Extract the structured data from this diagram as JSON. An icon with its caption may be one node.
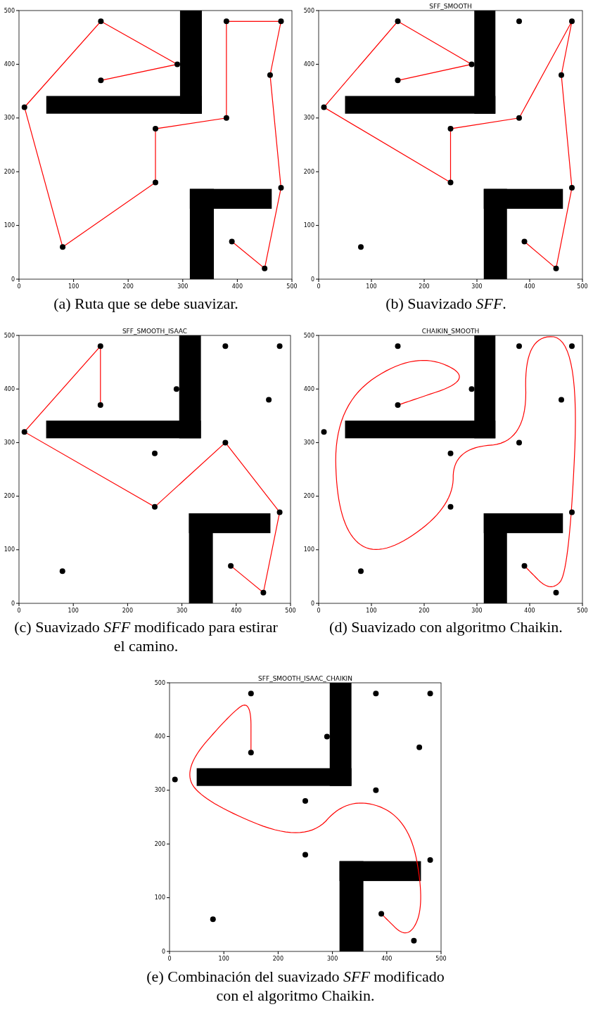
{
  "diagram": {
    "labels": [
      "500",
      "400",
      "300",
      "200",
      "100",
      "0",
      "0",
      "100",
      "200",
      "300",
      "400",
      "500",
      "SFF_SMOOTH",
      "500",
      "400",
      "300",
      "200",
      "100",
      "0",
      "0",
      "100",
      "200",
      "300",
      "400",
      "500",
      "(a) Ruta que se debe suavizar.",
      "(b) Suavizado *SFF*.",
      "SFF_SMOOTH_ISAAC",
      "500",
      "400",
      "300",
      "200",
      "100",
      "0",
      "0",
      "100",
      "200",
      "300",
      "400",
      "500",
      "CHAIKIN_SMOOTH",
      "500",
      "400",
      "300",
      "200",
      "100",
      "0",
      "0",
      "100",
      "200",
      "300",
      "400",
      "500",
      "(c) Suavizado *SFF* modificado para estirar el camino.",
      "(d) Suavizado con algoritmo Chaikin.",
      "SFF_SMOOTH_ISAAC_CHAIKIN",
      "500",
      "400",
      "300",
      "200",
      "100",
      "0",
      "0",
      "100",
      "200",
      "300",
      "400",
      "500",
      "(e) Combinación del suavizado *SFF* modificado con el algoritmo Chaikin."
    ]
  }
}
